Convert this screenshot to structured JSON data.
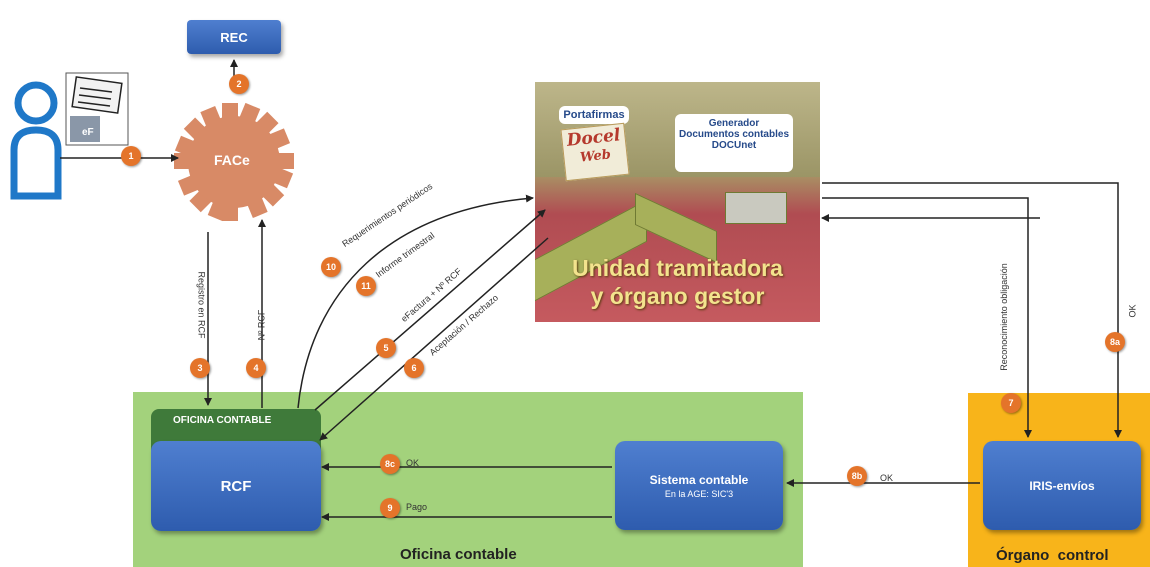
{
  "nodes": {
    "rec": "REC",
    "face": "FACe",
    "ef": "eF",
    "oficina_tab": "OFICINA CONTABLE",
    "rcf": "RCF",
    "sistema_title": "Sistema contable",
    "sistema_sub": "En la AGE: SIC'3",
    "iris": "IRIS-envíos",
    "portafirmas": "Portafirmas",
    "docel_line1": "Docel",
    "docel_line2": "Web",
    "generador_line1": "Generador",
    "generador_line2": "Documentos contables",
    "generador_line3": "DOCUnet",
    "unidad_line1": "Unidad tramitadora",
    "unidad_line2": "y órgano gestor"
  },
  "regions": {
    "oficina": "Oficina contable",
    "organo": "Órgano  control"
  },
  "steps": {
    "s1": "1",
    "s2": "2",
    "s3": "3",
    "s4": "4",
    "s5": "5",
    "s6": "6",
    "s7": "7",
    "s8a": "8a",
    "s8b": "8b",
    "s8c": "8c",
    "s9": "9",
    "s10": "10",
    "s11": "11"
  },
  "labels": {
    "registro": "Registro en RCF",
    "nrcf": "Nº RCF",
    "requerimientos": "Requerimientos periódicos",
    "informe": "Informe trimestral",
    "efactura": "eFactura + Nº RCF",
    "aceptacion": "Aceptación / Rechazo",
    "reconocimiento": "Reconocimiento obligación",
    "ok_a": "OK",
    "ok_b": "OK",
    "ok_c": "OK",
    "pago": "Pago"
  },
  "colors": {
    "box_blue": "#3a68bd",
    "green_region": "#a3d27c",
    "orange_region": "#f8b41a",
    "badge_orange": "#e4742a",
    "gear": "#d88a66",
    "user_icon": "#1f78c8"
  }
}
